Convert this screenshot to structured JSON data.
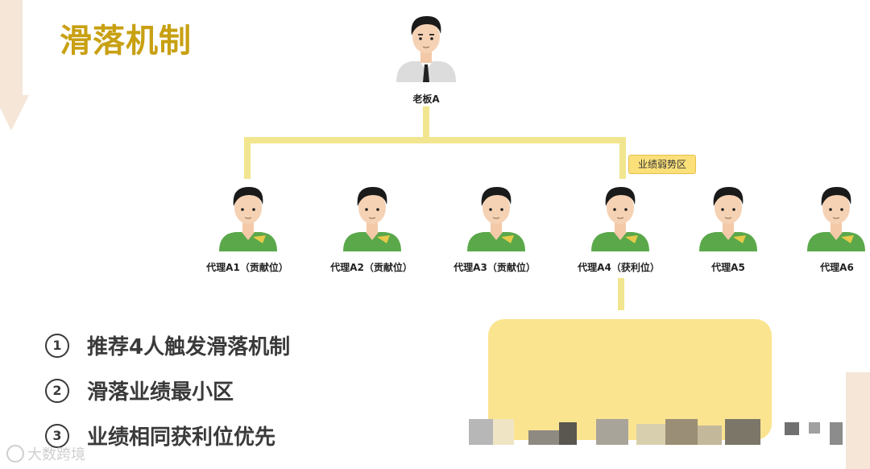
{
  "title": "滑落机制",
  "boss": {
    "label": "老板A"
  },
  "tag": "业绩弱势区",
  "agents": [
    {
      "label": "代理A1（贡献位）"
    },
    {
      "label": "代理A2（贡献位）"
    },
    {
      "label": "代理A3（贡献位）"
    },
    {
      "label": "代理A4（获利位）"
    },
    {
      "label": "代理A5"
    },
    {
      "label": "代理A6"
    }
  ],
  "rules": [
    {
      "num": "1",
      "text": "推荐4人触发滑落机制"
    },
    {
      "num": "2",
      "text": "滑落业绩最小区"
    },
    {
      "num": "3",
      "text": "业绩相同获利位优先"
    }
  ],
  "watermark": "大数跨境",
  "colors": {
    "title": "#c8a012",
    "connector": "#f1e68f",
    "shirt": "#5aa84a",
    "tag_bg": "#fbe07a",
    "box_bg": "#fbe490"
  }
}
